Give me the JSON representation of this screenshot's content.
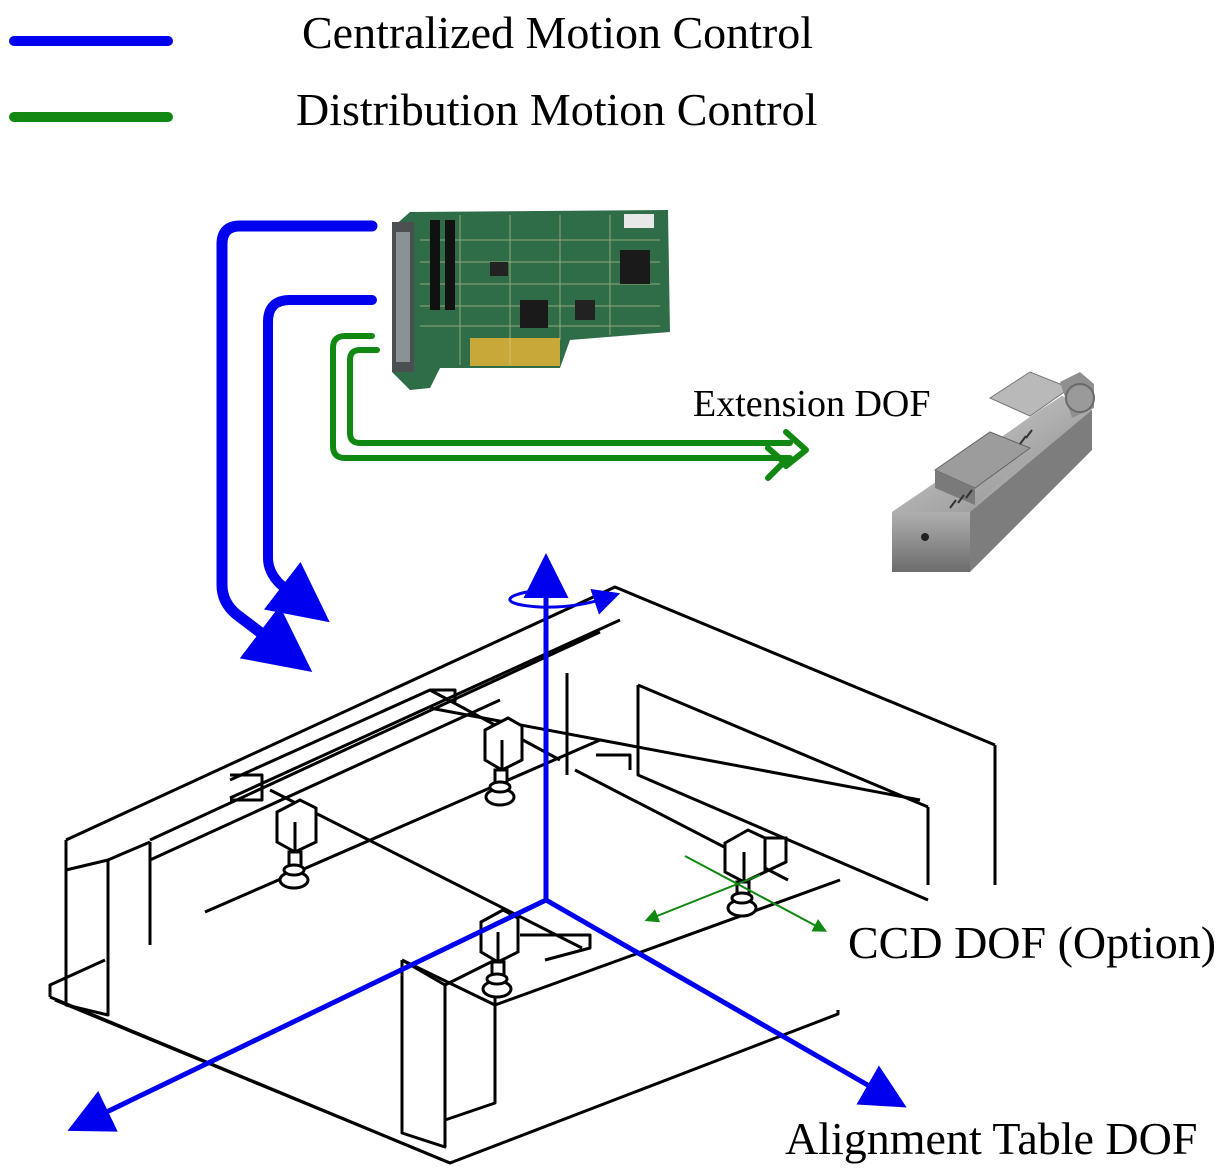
{
  "legend": {
    "items": [
      {
        "label": "Centralized Motion Control",
        "color": "#0000ee"
      },
      {
        "label": "Distribution Motion Control",
        "color": "#118811"
      }
    ]
  },
  "labels": {
    "extension_dof": "Extension DOF",
    "ccd_dof": "CCD DOF (Option)",
    "alignment_table_dof": "Alignment Table DOF"
  },
  "colors": {
    "centralized": "#0000ee",
    "distribution": "#118811",
    "line": "#000000",
    "pcb": "#2e6b47",
    "actuator": "#9a9a9a"
  },
  "icons": [
    "motion-control-card-icon",
    "linear-stage-icon",
    "alignment-table-icon",
    "ccd-camera-icon"
  ]
}
